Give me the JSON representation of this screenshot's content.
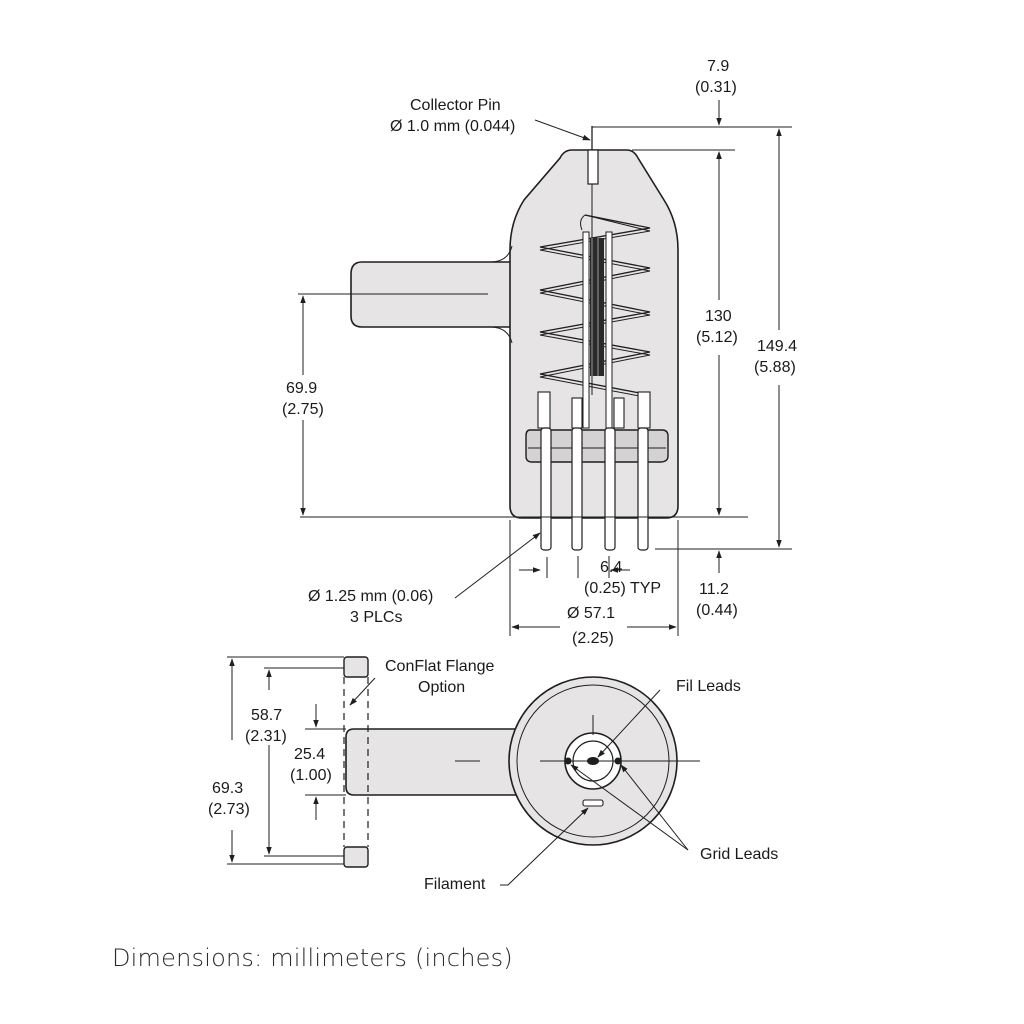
{
  "labels": {
    "collector_pin_line1": "Collector Pin",
    "collector_pin_line2": "Ø 1.0 mm (0.044)",
    "dim_top_mm": "7.9",
    "dim_top_in": "(0.31)",
    "dim_130_mm": "130",
    "dim_130_in": "(5.12)",
    "dim_149_mm": "149.4",
    "dim_149_in": "(5.88)",
    "dim_69_9_mm": "69.9",
    "dim_69_9_in": "(2.75)",
    "pin_dia_line1": "Ø 1.25 mm (0.06)",
    "pin_dia_line2": "3 PLCs",
    "dim_6_4_mm": "6.4",
    "dim_6_4_in": "(0.25) TYP",
    "dim_11_2_mm": "11.2",
    "dim_11_2_in": "(0.44)",
    "dim_57_1_mm": "Ø 57.1",
    "dim_57_1_in": "(2.25)",
    "conflat_line1": "ConFlat Flange",
    "conflat_line2": "Option",
    "dim_58_7_mm": "58.7",
    "dim_58_7_in": "(2.31)",
    "dim_25_4_mm": "25.4",
    "dim_25_4_in": "(1.00)",
    "dim_69_3_mm": "69.3",
    "dim_69_3_in": "(2.73)",
    "fil_leads": "Fil Leads",
    "grid_leads": "Grid Leads",
    "filament": "Filament"
  },
  "caption": "Dimensions: millimeters (inches)"
}
